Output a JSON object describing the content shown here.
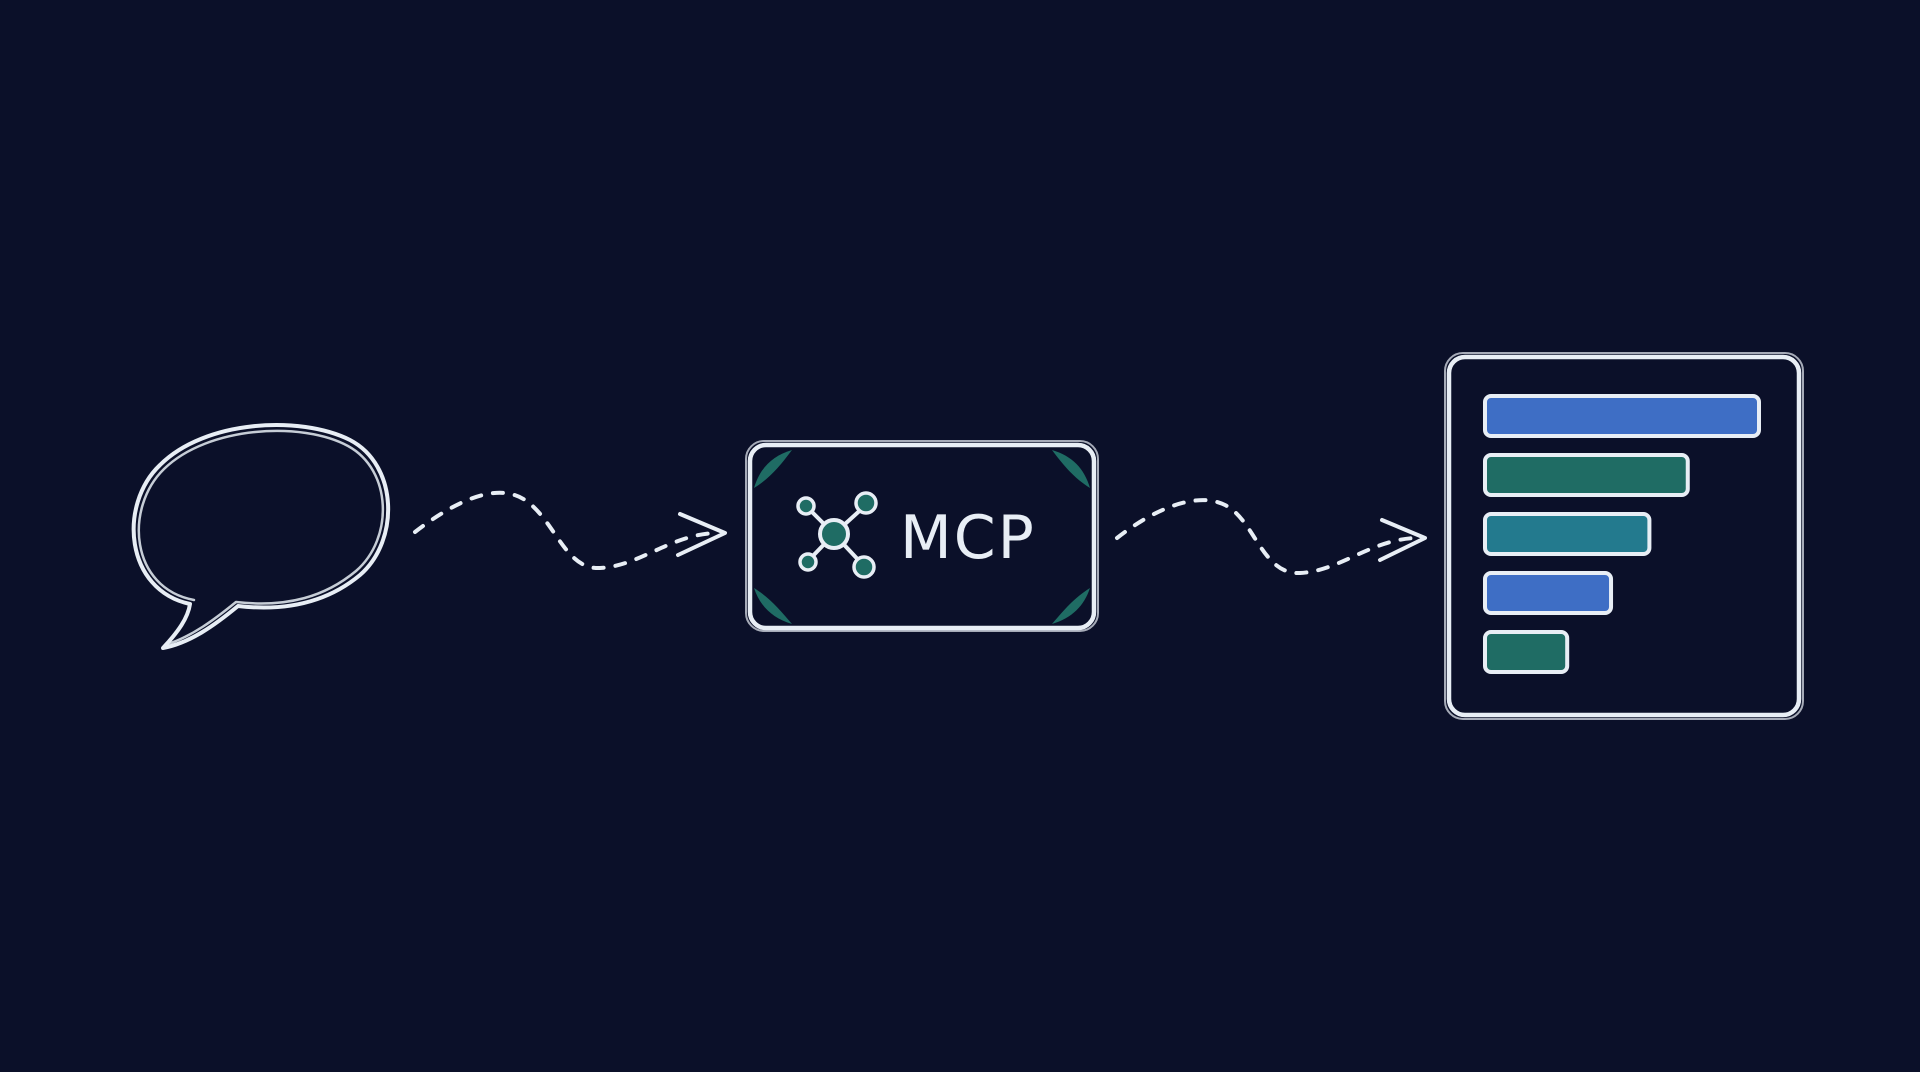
{
  "diagram": {
    "nodes": [
      {
        "id": "chat",
        "kind": "speech-bubble",
        "label": ""
      },
      {
        "id": "mcp",
        "kind": "server-box",
        "label": "MCP",
        "icon": "network-hub-icon"
      },
      {
        "id": "report",
        "kind": "bar-chart-panel",
        "label": ""
      }
    ],
    "edges": [
      {
        "from": "chat",
        "to": "mcp",
        "style": "dashed-wavy-arrow"
      },
      {
        "from": "mcp",
        "to": "report",
        "style": "dashed-wavy-arrow"
      }
    ],
    "report_bars": [
      {
        "value": 1.0,
        "color": "#3e6ec5"
      },
      {
        "value": 0.74,
        "color": "#1f6c64"
      },
      {
        "value": 0.6,
        "color": "#237a8e"
      },
      {
        "value": 0.46,
        "color": "#3e6ec5"
      },
      {
        "value": 0.3,
        "color": "#1f6c64"
      }
    ]
  },
  "colors": {
    "background": "#0b1029",
    "stroke": "#e8eef5",
    "accent_teal": "#1f6c64",
    "accent_blue": "#3e6ec5"
  }
}
